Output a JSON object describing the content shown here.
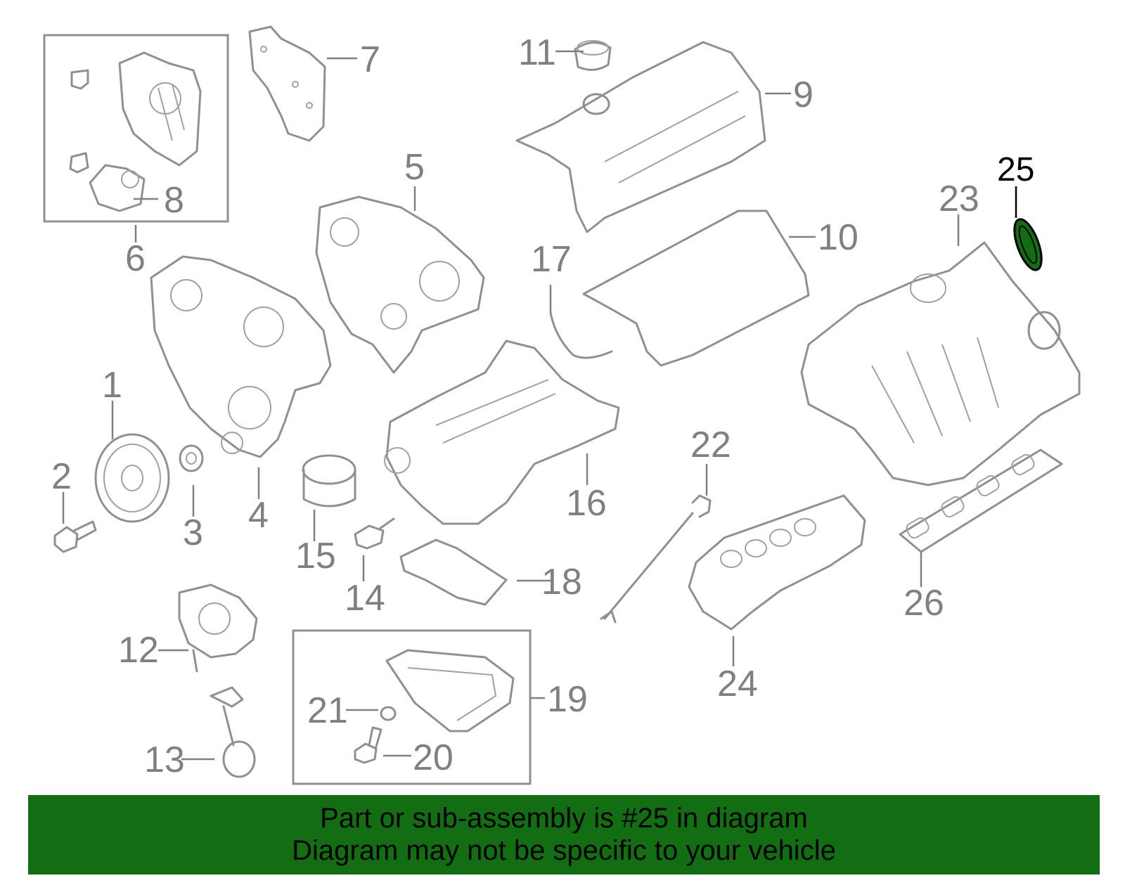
{
  "highlight_part": "25",
  "colors": {
    "line": "#909090",
    "label": "#808080",
    "highlight_label": "#000000",
    "highlight_fill": "#136e13",
    "banner_bg": "#136e13",
    "banner_text": "#000000"
  },
  "callouts": {
    "c1": "1",
    "c2": "2",
    "c3": "3",
    "c4": "4",
    "c5": "5",
    "c6": "6",
    "c7": "7",
    "c8": "8",
    "c9": "9",
    "c10": "10",
    "c11": "11",
    "c12": "12",
    "c13": "13",
    "c14": "14",
    "c15": "15",
    "c16": "16",
    "c17": "17",
    "c18": "18",
    "c19": "19",
    "c20": "20",
    "c21": "21",
    "c22": "22",
    "c23": "23",
    "c24": "24",
    "c25": "25",
    "c26": "26"
  },
  "banner": {
    "line1": "Part or sub-assembly is #25 in diagram",
    "line2": "Diagram may not be specific to your vehicle"
  }
}
